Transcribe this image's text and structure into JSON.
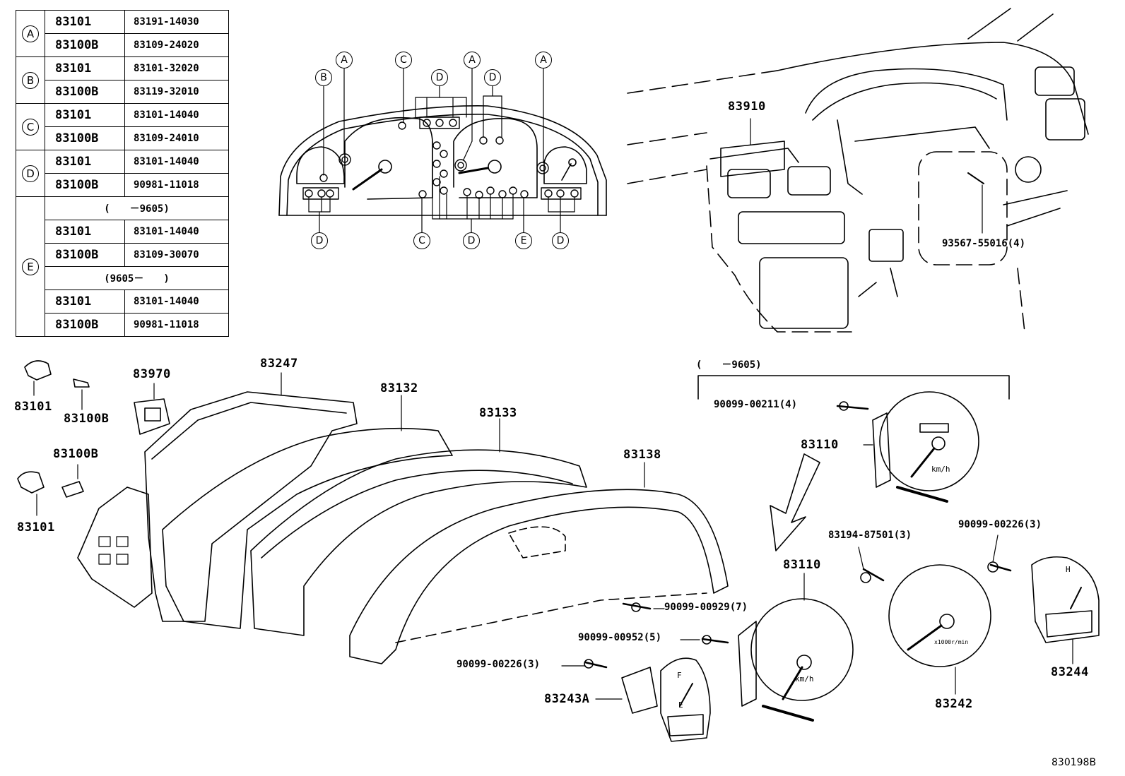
{
  "legend": {
    "rows": [
      {
        "key": "A",
        "items": [
          {
            "part": "83101",
            "ref": "83191-14030"
          },
          {
            "part": "83100B",
            "ref": "83109-24020"
          }
        ]
      },
      {
        "key": "B",
        "items": [
          {
            "part": "83101",
            "ref": "83101-32020"
          },
          {
            "part": "83100B",
            "ref": "83119-32010"
          }
        ]
      },
      {
        "key": "C",
        "items": [
          {
            "part": "83101",
            "ref": "83101-14040"
          },
          {
            "part": "83100B",
            "ref": "83109-24010"
          }
        ]
      },
      {
        "key": "D",
        "items": [
          {
            "part": "83101",
            "ref": "83101-14040"
          },
          {
            "part": "83100B",
            "ref": "90981-11018"
          }
        ]
      }
    ],
    "row_e": {
      "key": "E",
      "range1": "(　　－9605)",
      "items1": [
        {
          "part": "83101",
          "ref": "83101-14040"
        },
        {
          "part": "83100B",
          "ref": "83109-30070"
        }
      ],
      "range2": "(9605－　　)",
      "items2": [
        {
          "part": "83101",
          "ref": "83101-14040"
        },
        {
          "part": "83100B",
          "ref": "90981-11018"
        }
      ]
    }
  },
  "cluster_callouts": {
    "top": [
      "B",
      "A",
      "C",
      "D",
      "A",
      "D",
      "A"
    ],
    "bottom": [
      "D",
      "C",
      "D",
      "E",
      "D"
    ]
  },
  "labels": {
    "p83910": "83910",
    "p93567": "93567-55016(4)",
    "range_note": "(　　－9605)",
    "p90099_00211": "90099-00211(4)",
    "p83110_top": "83110",
    "p83110_bottom": "83110",
    "p83194": "83194-87501(3)",
    "p90099_00226_right": "90099-00226(3)",
    "p83242": "83242",
    "p83244": "83244",
    "p90099_00929": "90099-00929(7)",
    "p90099_00952": "90099-00952(5)",
    "p90099_00226_left": "90099-00226(3)",
    "p83243a": "83243A",
    "p83247": "83247",
    "p83132": "83132",
    "p83133": "83133",
    "p83138": "83138",
    "p83970": "83970",
    "p83101_top": "83101",
    "p83100b_top": "83100B",
    "p83100b_mid": "83100B",
    "p83101_bottom": "83101"
  },
  "gauge_text": {
    "speed_unit": "km/h",
    "speed_unit2": "km/h",
    "tacho_unit": "x1000r/min",
    "fuel_f": "F",
    "fuel_e": "E",
    "temp_h": "H"
  },
  "diagram_code": "830198B"
}
